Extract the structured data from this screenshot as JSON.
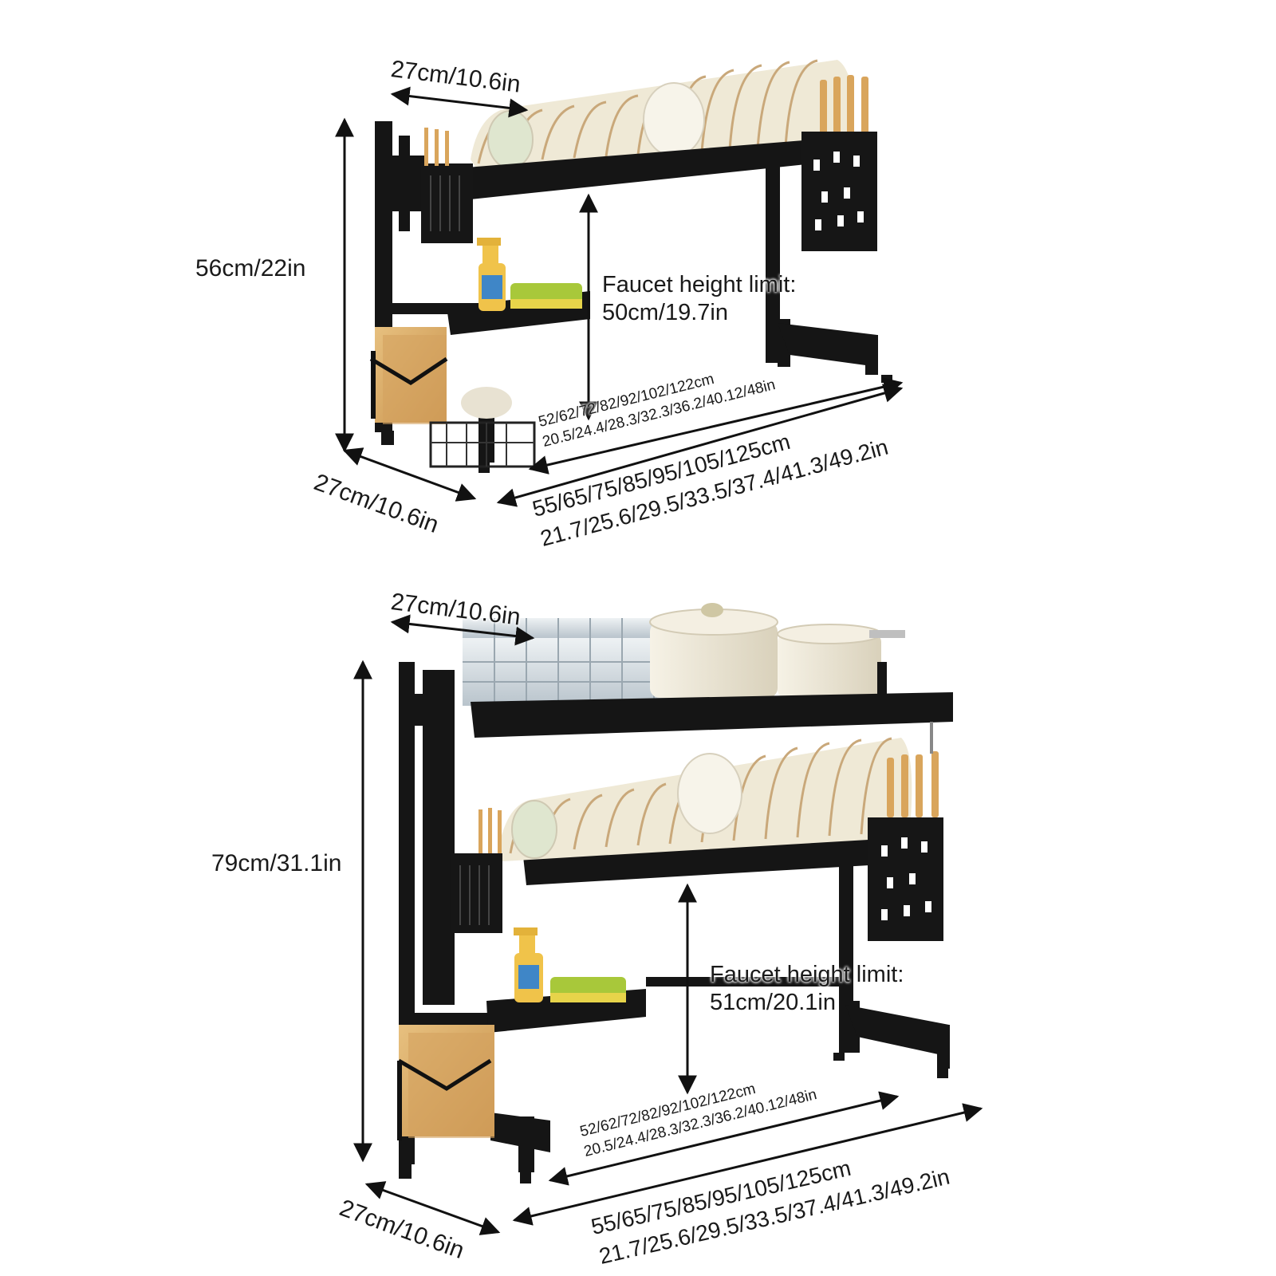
{
  "colors": {
    "frame": "#151515",
    "dish": "#e9e2cc",
    "dish_rim": "#c9a87a",
    "wood": "#d9ad6c",
    "sponge": "#a8c83a",
    "glass": "#d6dde2",
    "pot": "#efeadc",
    "dimension_line": "#111111"
  },
  "top_rack": {
    "depth_top": "27cm/10.6in",
    "height": "56cm/22in",
    "faucet_title": "Faucet height limit:",
    "faucet_value": "50cm/19.7in",
    "inner_width_cm": "52/62/72/82/92/102/122cm",
    "inner_width_in": "20.5/24.4/28.3/32.3/36.2/40.12/48in",
    "depth_bottom": "27cm/10.6in",
    "outer_width_cm": "55/65/75/85/95/105/125cm",
    "outer_width_in": "21.7/25.6/29.5/33.5/37.4/41.3/49.2in"
  },
  "bottom_rack": {
    "depth_top": "27cm/10.6in",
    "height": "79cm/31.1in",
    "faucet_title": "Faucet height limit:",
    "faucet_value": "51cm/20.1in",
    "inner_width_cm": "52/62/72/82/92/102/122cm",
    "inner_width_in": "20.5/24.4/28.3/32.3/36.2/40.12/48in",
    "depth_bottom": "27cm/10.6in",
    "outer_width_cm": "55/65/75/85/95/105/125cm",
    "outer_width_in": "21.7/25.6/29.5/33.5/37.4/41.3/49.2in"
  }
}
